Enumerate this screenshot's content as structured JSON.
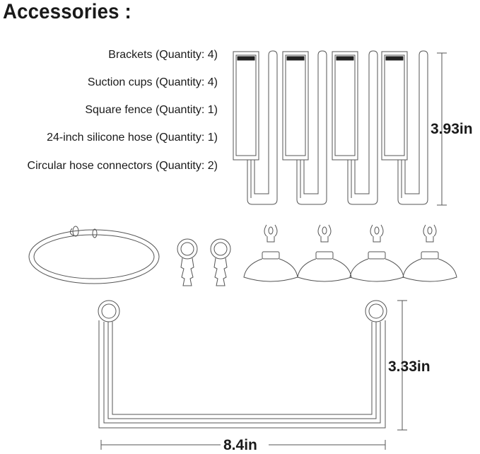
{
  "title": "Accessories :",
  "items": [
    "Brackets (Quantity: 4)",
    "Suction cups (Quantity: 4)",
    "Square fence (Quantity: 1)",
    "24-inch silicone hose (Quantity: 1)",
    "Circular hose connectors (Quantity: 2)"
  ],
  "dimensions": {
    "bracket_height": "3.93in",
    "fence_height": "3.33in",
    "fence_width": "8.4in"
  }
}
